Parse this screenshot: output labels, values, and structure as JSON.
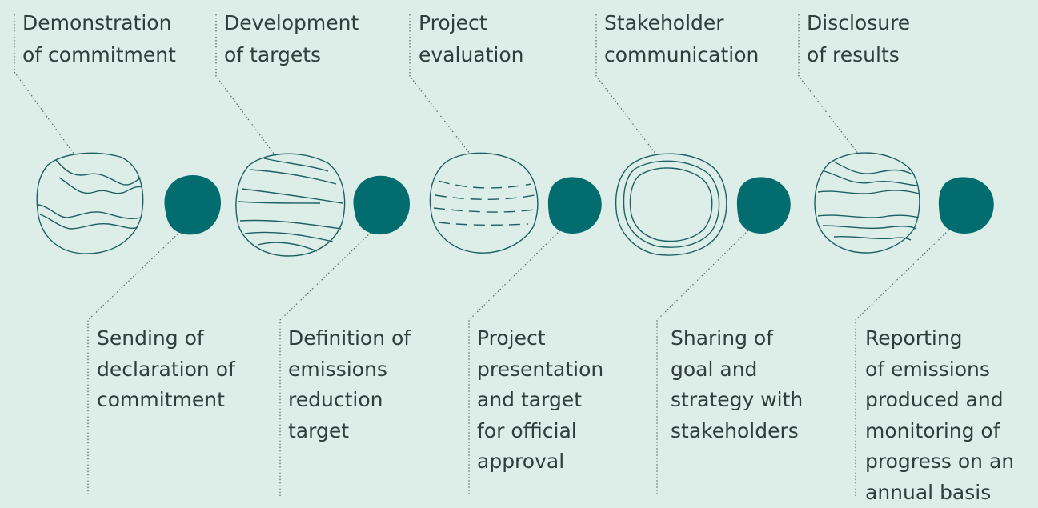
{
  "colors": {
    "background": "#ddeee8",
    "text": "#2f3d3d",
    "accent_teal": "#036c6e",
    "outline": "#1d5f63",
    "connector": "#4a6a68"
  },
  "stages": [
    {
      "lines": [
        "Demonstration",
        "of commitment"
      ],
      "icon": "wavy-globe-icon"
    },
    {
      "lines": [
        "Development",
        "of targets"
      ],
      "icon": "banded-globe-icon"
    },
    {
      "lines": [
        "Project",
        "evaluation"
      ],
      "icon": "dashed-globe-icon"
    },
    {
      "lines": [
        "Stakeholder",
        "communication"
      ],
      "icon": "ringed-globe-icon"
    },
    {
      "lines": [
        "Disclosure",
        "of results"
      ],
      "icon": "layered-globe-icon"
    }
  ],
  "actions": [
    {
      "lines": [
        "Sending of",
        "declaration of",
        "commitment"
      ],
      "icon": "teal-dot-icon"
    },
    {
      "lines": [
        "Definition of",
        "emissions",
        "reduction",
        "target"
      ],
      "icon": "teal-dot-icon"
    },
    {
      "lines": [
        "Project",
        "presentation",
        "and target",
        "for official",
        "approval"
      ],
      "icon": "teal-dot-icon"
    },
    {
      "lines": [
        "Sharing of",
        "goal and",
        "strategy with",
        "stakeholders"
      ],
      "icon": "teal-dot-icon"
    },
    {
      "lines": [
        "Reporting",
        "of emissions",
        "produced and",
        "monitoring of",
        "progress on an",
        "annual basis"
      ],
      "icon": "teal-dot-icon"
    }
  ]
}
